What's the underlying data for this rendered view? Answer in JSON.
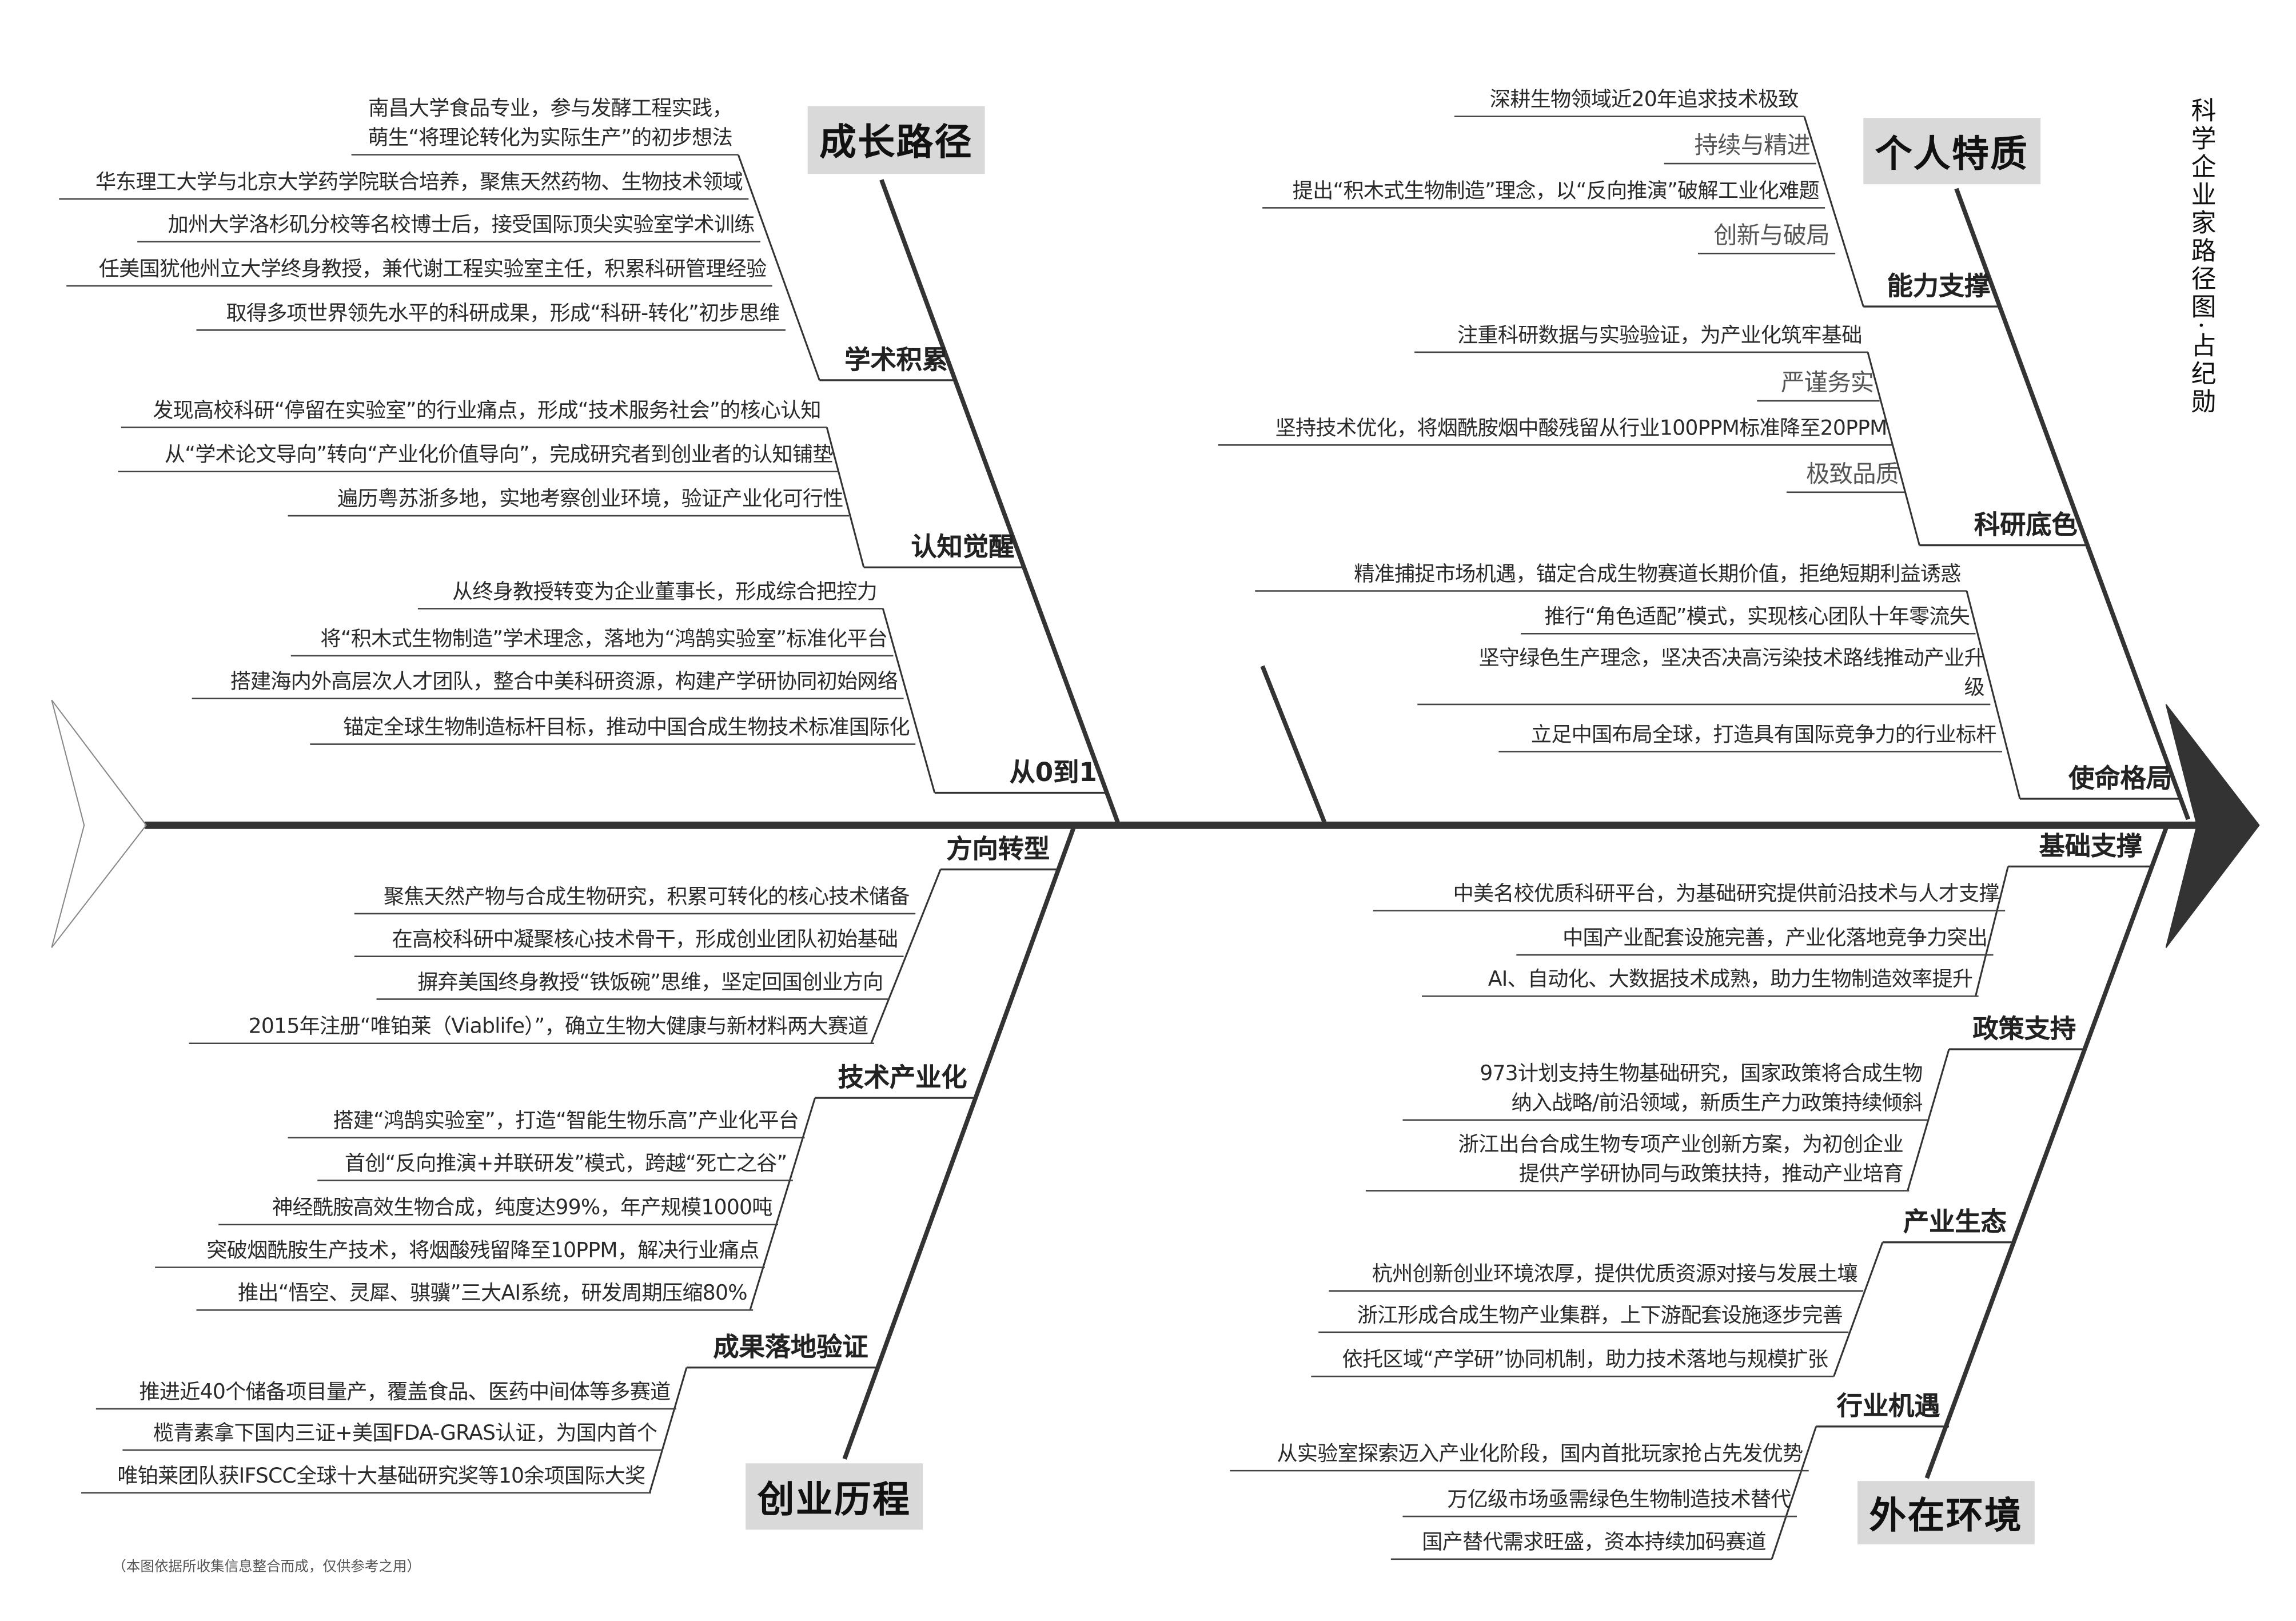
{
  "title": "科学企业家路径图·占纪勋",
  "footnote": "（本图依据所收集信息整合而成，仅供参考之用）",
  "categories": [
    "成长路径",
    "个人特质",
    "创业历程",
    "外在环境"
  ],
  "groups": [
    {
      "label": "学术积累",
      "items": [
        {
          "lines": [
            "南昌大学食品专业，参与发酵工程实践，",
            "萌生“将理论转化为实际生产”的初步想法"
          ]
        },
        {
          "lines": [
            "华东理工大学与北京大学药学院联合培养，聚焦天然药物、生物技术领域"
          ]
        },
        {
          "lines": [
            "加州大学洛杉矶分校等名校博士后，接受国际顶尖实验室学术训练"
          ]
        },
        {
          "lines": [
            "任美国犹他州立大学终身教授，兼代谢工程实验室主任，积累科研管理经验"
          ]
        },
        {
          "lines": [
            "取得多项世界领先水平的科研成果，形成“科研-转化”初步思维"
          ]
        }
      ]
    },
    {
      "label": "认知觉醒",
      "items": [
        {
          "lines": [
            "发现高校科研“停留在实验室”的行业痛点，形成“技术服务社会”的核心认知"
          ]
        },
        {
          "lines": [
            "从“学术论文导向”转向“产业化价值导向”，完成研究者到创业者的认知铺垫"
          ]
        },
        {
          "lines": [
            "遍历粤苏浙多地，实地考察创业环境，验证产业化可行性"
          ]
        }
      ]
    },
    {
      "label": "从0到1",
      "items": [
        {
          "lines": [
            "从终身教授转变为企业董事长，形成综合把控力"
          ]
        },
        {
          "lines": [
            "将“积木式生物制造”学术理念，落地为“鸿鹄实验室”标准化平台"
          ]
        },
        {
          "lines": [
            "搭建海内外高层次人才团队，整合中美科研资源，构建产学研协同初始网络"
          ]
        },
        {
          "lines": [
            "锚定全球生物制造标杆目标，推动中国合成生物技术标准国际化"
          ]
        }
      ]
    },
    {
      "label": "能力支撑",
      "items": [
        {
          "lines": [
            "深耕生物领域近20年追求技术极致"
          ]
        },
        {
          "lines": [
            "持续与精进"
          ]
        },
        {
          "lines": [
            "提出“积木式生物制造”理念，以“反向推演”破解工业化难题"
          ]
        },
        {
          "lines": [
            "创新与破局"
          ]
        }
      ]
    },
    {
      "label": "科研底色",
      "items": [
        {
          "lines": [
            "注重科研数据与实验验证，为产业化筑牢基础"
          ]
        },
        {
          "lines": [
            "严谨务实"
          ]
        },
        {
          "lines": [
            "坚持技术优化，将烟酰胺烟中酸残留从行业100PPM标准降至20PPM"
          ]
        },
        {
          "lines": [
            "极致品质"
          ]
        }
      ]
    },
    {
      "label": "使命格局",
      "items": [
        {
          "lines": [
            "精准捕捉市场机遇，锚定合成生物赛道长期价值，拒绝短期利益诱惑"
          ]
        },
        {
          "lines": [
            "推行“角色适配”模式，实现核心团队十年零流失"
          ]
        },
        {
          "lines": [
            "坚守绿色生产理念，坚决否决高污染技术路线推动产业升",
            "级"
          ]
        },
        {
          "lines": [
            "立足中国布局全球，打造具有国际竞争力的行业标杆"
          ]
        }
      ]
    },
    {
      "label": "方向转型",
      "items": [
        {
          "lines": [
            "聚焦天然产物与合成生物研究，积累可转化的核心技术储备"
          ]
        },
        {
          "lines": [
            "在高校科研中凝聚核心技术骨干，形成创业团队初始基础"
          ]
        },
        {
          "lines": [
            "摒弃美国终身教授“铁饭碗”思维，坚定回国创业方向"
          ]
        },
        {
          "lines": [
            "2015年注册“唯铂莱（Viablife）”，确立生物大健康与新材料两大赛道"
          ]
        }
      ]
    },
    {
      "label": "技术产业化",
      "items": [
        {
          "lines": [
            "搭建“鸿鹄实验室”，打造“智能生物乐高”产业化平台"
          ]
        },
        {
          "lines": [
            "首创“反向推演+并联研发”模式，跨越“死亡之谷”"
          ]
        },
        {
          "lines": [
            "神经酰胺高效生物合成，纯度达99%，年产规模1000吨"
          ]
        },
        {
          "lines": [
            "突破烟酰胺生产技术，将烟酸残留降至10PPM，解决行业痛点"
          ]
        },
        {
          "lines": [
            "推出“悟空、灵犀、骐骥”三大AI系统，研发周期压缩80%"
          ]
        }
      ]
    },
    {
      "label": "成果落地验证",
      "items": [
        {
          "lines": [
            "推进近40个储备项目量产，覆盖食品、医药中间体等多赛道"
          ]
        },
        {
          "lines": [
            "榄青素拿下国内三证+美国FDA-GRAS认证，为国内首个"
          ]
        },
        {
          "lines": [
            "唯铂莱团队获IFSCC全球十大基础研究奖等10余项国际大奖"
          ]
        }
      ]
    },
    {
      "label": "基础支撑",
      "items": [
        {
          "lines": [
            "中美名校优质科研平台，为基础研究提供前沿技术与人才支撑"
          ]
        },
        {
          "lines": [
            "中国产业配套设施完善，产业化落地竞争力突出"
          ]
        },
        {
          "lines": [
            "AI、自动化、大数据技术成熟，助力生物制造效率提升"
          ]
        }
      ]
    },
    {
      "label": "政策支持",
      "items": [
        {
          "lines": [
            "973计划支持生物基础研究，国家政策将合成生物",
            "纳入战略/前沿领域，新质生产力政策持续倾斜"
          ]
        },
        {
          "lines": [
            "浙江出台合成生物专项产业创新方案，为初创企业",
            "提供产学研协同与政策扶持，推动产业培育"
          ]
        }
      ]
    },
    {
      "label": "产业生态",
      "items": [
        {
          "lines": [
            "杭州创新创业环境浓厚，提供优质资源对接与发展土壤"
          ]
        },
        {
          "lines": [
            "浙江形成合成生物产业集群，上下游配套设施逐步完善"
          ]
        },
        {
          "lines": [
            "依托区域“产学研”协同机制，助力技术落地与规模扩张"
          ]
        }
      ]
    },
    {
      "label": "行业机遇",
      "items": [
        {
          "lines": [
            "从实验室探索迈入产业化阶段，国内首批玩家抢占先发优势"
          ]
        },
        {
          "lines": [
            "万亿级市场亟需绿色生物制造技术替代"
          ]
        },
        {
          "lines": [
            "国产替代需求旺盛，资本持续加码赛道"
          ]
        }
      ]
    }
  ]
}
